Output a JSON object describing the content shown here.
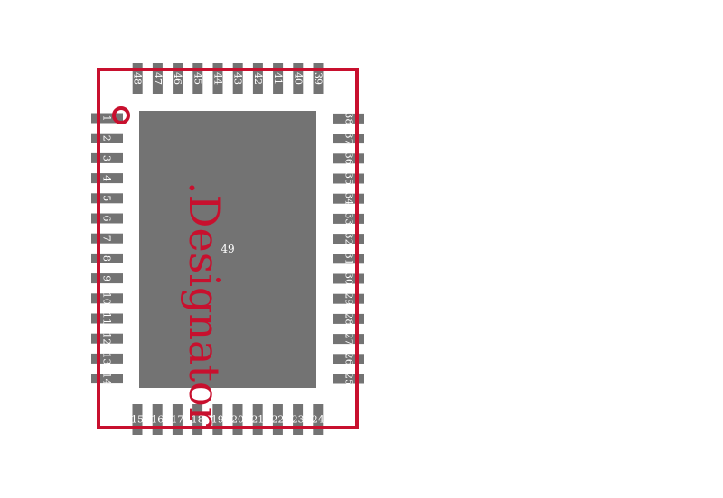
{
  "footprint": {
    "pins_left": [
      "1",
      "2",
      "3",
      "4",
      "5",
      "6",
      "7",
      "8",
      "9",
      "10",
      "11",
      "12",
      "13",
      "14"
    ],
    "pins_bottom": [
      "15",
      "16",
      "17",
      "18",
      "19",
      "20",
      "21",
      "22",
      "23",
      "24"
    ],
    "pins_right": [
      "25",
      "26",
      "27",
      "28",
      "29",
      "30",
      "31",
      "32",
      "33",
      "34",
      "35",
      "36",
      "37",
      "38"
    ],
    "pins_top": [
      "39",
      "40",
      "41",
      "42",
      "43",
      "44",
      "45",
      "46",
      "47",
      "48"
    ],
    "thermal_pad_label": "49",
    "designator": ".Designator"
  },
  "colors": {
    "outline": "#c8102e",
    "pad": "#737373",
    "text": "#ffffff",
    "background": "#ffffff"
  }
}
